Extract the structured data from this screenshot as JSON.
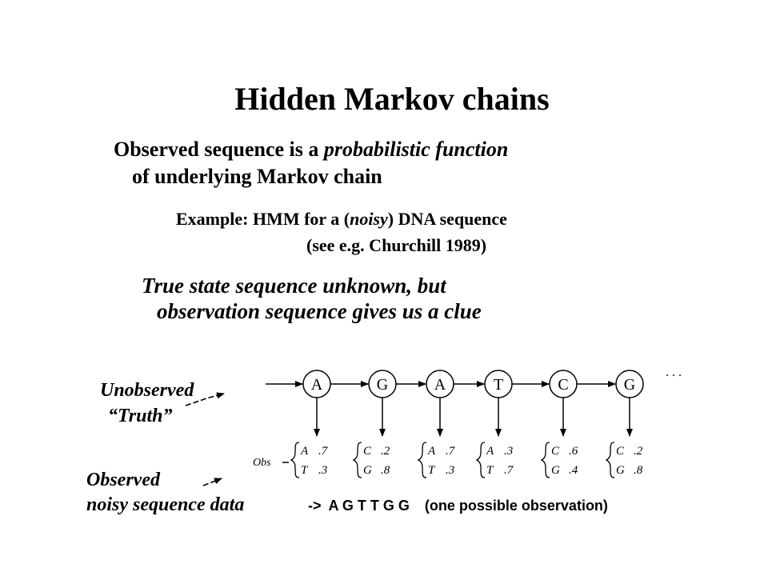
{
  "slide": {
    "title": "Hidden Markov chains",
    "line1_a": "Observed sequence is a ",
    "line1_b": "probabilistic function",
    "line2": "of underlying Markov chain",
    "example_line1_a": "Example:  HMM for a (",
    "example_line1_b": "noisy",
    "example_line1_c": ") DNA sequence",
    "example_line2": "(see e.g. Churchill 1989)",
    "italic_line1": "True state sequence unknown, but",
    "italic_line2": "observation sequence gives us a clue"
  },
  "diagram": {
    "unobserved_label_1": "Unobserved",
    "unobserved_label_2": "“Truth”",
    "observed_label_1": "Observed",
    "observed_label_2": "noisy sequence data",
    "obs_label": "Obs",
    "ellipsis": ". . .",
    "states": [
      "A",
      "G",
      "A",
      "T",
      "C",
      "G"
    ],
    "emissions": [
      {
        "rows": [
          [
            "A",
            ".7"
          ],
          [
            "T",
            ".3"
          ]
        ]
      },
      {
        "rows": [
          [
            "C",
            ".2"
          ],
          [
            "G",
            ".8"
          ]
        ]
      },
      {
        "rows": [
          [
            "A",
            ".7"
          ],
          [
            "T",
            ".3"
          ]
        ]
      },
      {
        "rows": [
          [
            "A",
            ".3"
          ],
          [
            "T",
            ".7"
          ]
        ]
      },
      {
        "rows": [
          [
            "C",
            ".6"
          ],
          [
            "G",
            ".4"
          ]
        ]
      },
      {
        "rows": [
          [
            "C",
            ".2"
          ],
          [
            "G",
            ".8"
          ]
        ]
      }
    ],
    "observation_arrow": "->",
    "observation_sequence": "A G T T G G",
    "observation_note": "(one possible observation)"
  }
}
